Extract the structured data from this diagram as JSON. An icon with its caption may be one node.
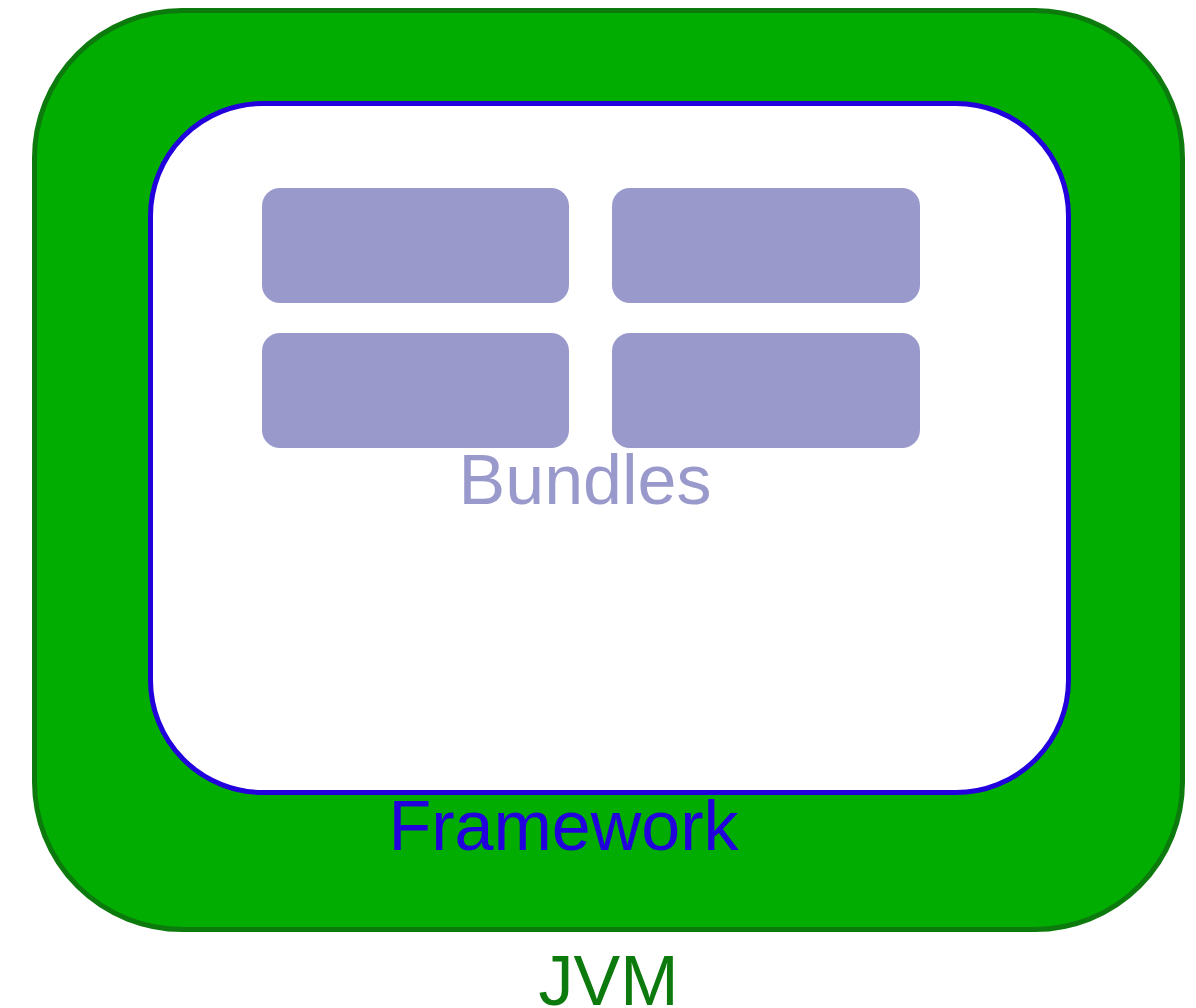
{
  "diagram": {
    "nodes": [
      {
        "text": [
          "JVM"
        ]
      },
      {
        "text": [
          "Framework"
        ],
        "in": 0
      },
      {
        "text": [],
        "shape": "box",
        "in": 1
      },
      {
        "text": [],
        "shape": "box",
        "in": 1
      },
      {
        "text": [],
        "shape": "box",
        "in": 1
      },
      {
        "text": [],
        "shape": "box",
        "in": 1
      }
    ],
    "labels": [
      "Bundles"
    ]
  }
}
